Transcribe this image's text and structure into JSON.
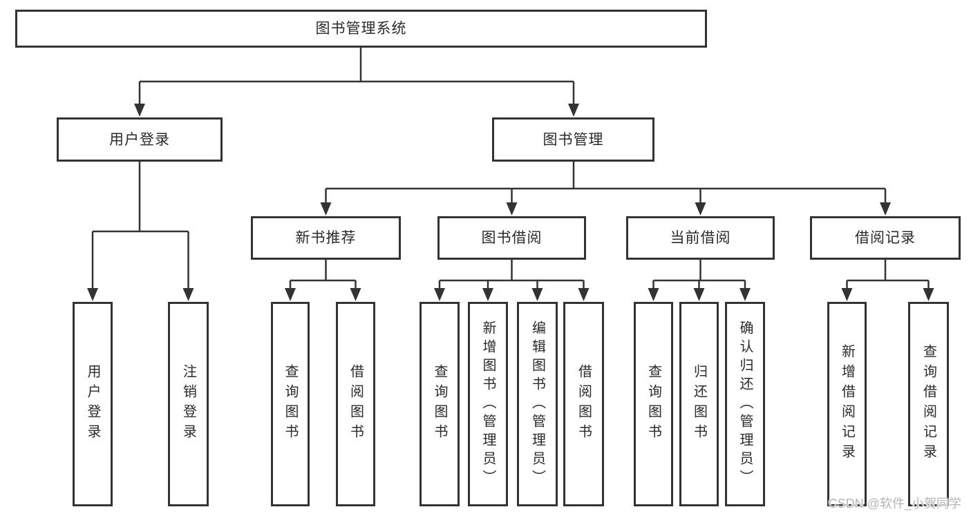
{
  "diagram": {
    "type": "hierarchy-tree",
    "title": "图书管理系统",
    "colors": {
      "line": "#333333",
      "box_border": "#333333",
      "box_background": "#ffffff",
      "text": "#2a2a2a",
      "watermark": "#b5b4b8"
    },
    "nodes": {
      "root": "图书管理系统",
      "user_login": "用户登录",
      "book_management": "图书管理",
      "new_book_recommend": "新书推荐",
      "book_borrowing": "图书借阅",
      "current_borrowing": "当前借阅",
      "borrowing_records": "借阅记录",
      "leaf_user_login": "用户登录",
      "leaf_logout": "注销登录",
      "leaf_nb_query_books": "查询图书",
      "leaf_nb_borrow_books": "借阅图书",
      "leaf_bb_query_books": "查询图书",
      "leaf_bb_add_books": "新增图书（管理员）",
      "leaf_bb_edit_books": "编辑图书（管理员）",
      "leaf_bb_borrow_books": "借阅图书",
      "leaf_cb_query_books": "查询图书",
      "leaf_cb_return_books": "归还图书",
      "leaf_cb_confirm_return": "确认归还（管理员）",
      "leaf_br_add_record": "新增借阅记录",
      "leaf_br_query_record": "查询借阅记录"
    },
    "edges": [
      [
        "root",
        "user_login"
      ],
      [
        "root",
        "book_management"
      ],
      [
        "user_login",
        "leaf_user_login"
      ],
      [
        "user_login",
        "leaf_logout"
      ],
      [
        "book_management",
        "new_book_recommend"
      ],
      [
        "book_management",
        "book_borrowing"
      ],
      [
        "book_management",
        "current_borrowing"
      ],
      [
        "book_management",
        "borrowing_records"
      ],
      [
        "new_book_recommend",
        "leaf_nb_query_books"
      ],
      [
        "new_book_recommend",
        "leaf_nb_borrow_books"
      ],
      [
        "book_borrowing",
        "leaf_bb_query_books"
      ],
      [
        "book_borrowing",
        "leaf_bb_add_books"
      ],
      [
        "book_borrowing",
        "leaf_bb_edit_books"
      ],
      [
        "book_borrowing",
        "leaf_bb_borrow_books"
      ],
      [
        "current_borrowing",
        "leaf_cb_query_books"
      ],
      [
        "current_borrowing",
        "leaf_cb_return_books"
      ],
      [
        "current_borrowing",
        "leaf_cb_confirm_return"
      ],
      [
        "borrowing_records",
        "leaf_br_add_record"
      ],
      [
        "borrowing_records",
        "leaf_br_query_record"
      ]
    ],
    "watermark": "CSDN @软件_小贺同学"
  }
}
